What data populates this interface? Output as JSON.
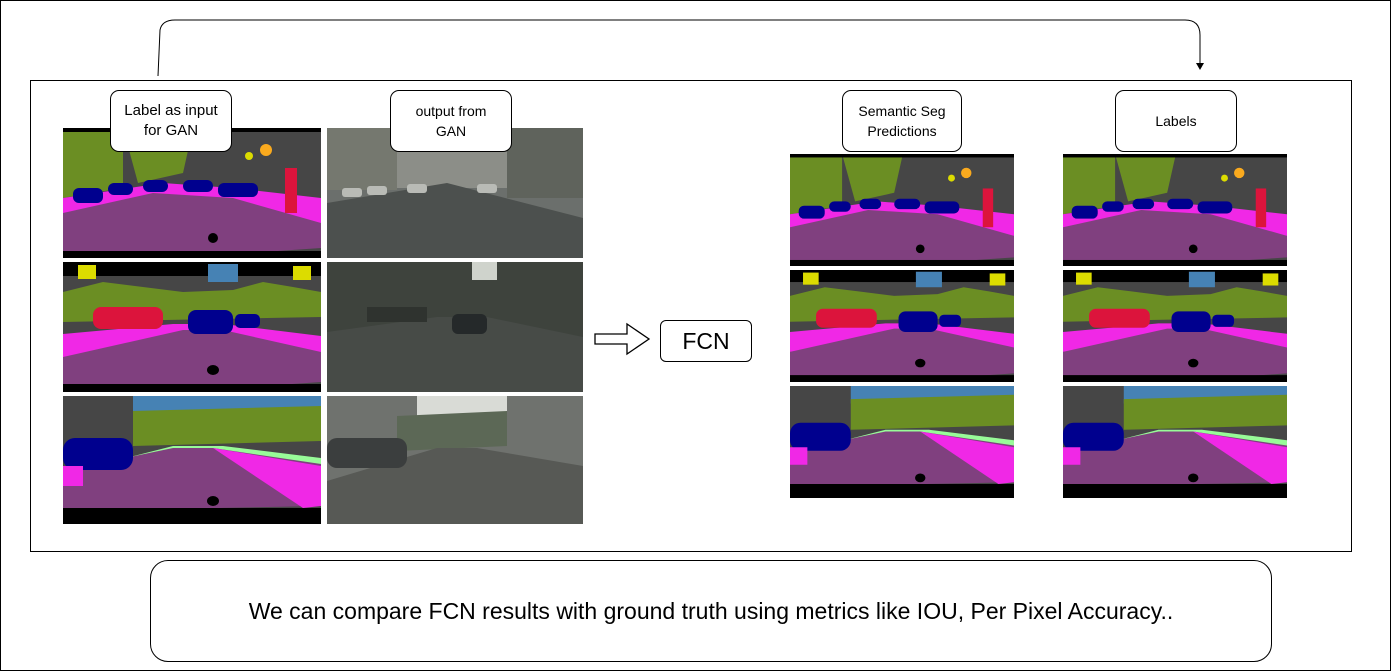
{
  "labels": {
    "gan_input": "Label as input\nfor GAN",
    "gan_output": "output from\nGAN",
    "seg_predictions": "Semantic Seg\nPredictions",
    "ground_truth": "Labels"
  },
  "fcn": {
    "label": "FCN"
  },
  "summary": {
    "text": "We can compare FCN results with ground truth using metrics like IOU, Per Pixel Accuracy.."
  },
  "colors": {
    "road": "#80407f",
    "sidewalk": "#f028e6",
    "vegetation": "#6b8e23",
    "building": "#464646",
    "car": "#00008e",
    "person": "#dc143c",
    "sky": "#4682b4",
    "traffic_sign": "#dcdc00",
    "traffic_light": "#faaa1e",
    "terrain": "#98fb98",
    "ego_vehicle": "#000000"
  }
}
